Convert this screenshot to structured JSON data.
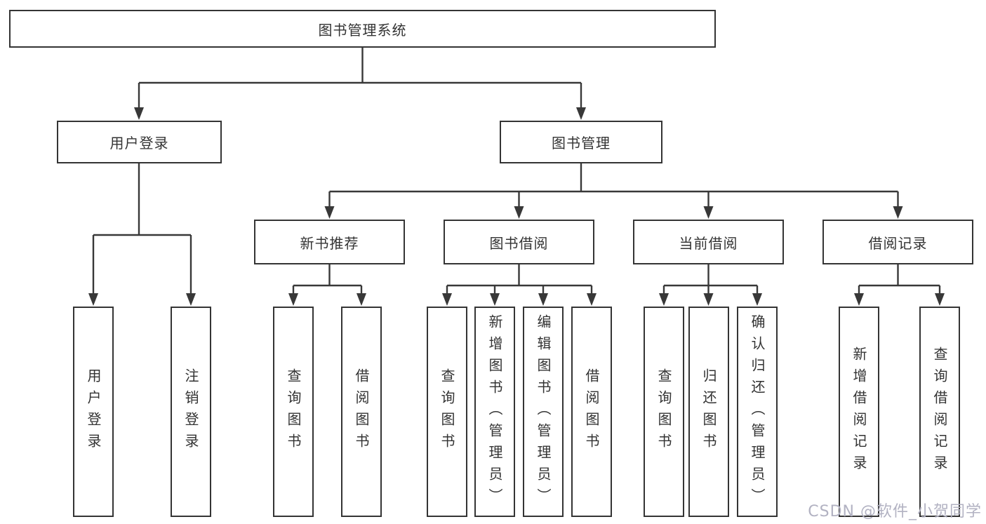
{
  "title": "图书管理系统",
  "tree": {
    "root": {
      "label": "图书管理系统"
    },
    "branches": [
      {
        "label": "用户登录",
        "children": [
          {
            "label": "用户登录"
          },
          {
            "label": "注销登录"
          }
        ]
      },
      {
        "label": "图书管理",
        "children": [
          {
            "label": "新书推荐",
            "children": [
              {
                "label": "查询图书"
              },
              {
                "label": "借阅图书"
              }
            ]
          },
          {
            "label": "图书借阅",
            "children": [
              {
                "label": "查询图书"
              },
              {
                "label": "新增图书（管理员）"
              },
              {
                "label": "编辑图书（管理员）"
              },
              {
                "label": "借阅图书"
              }
            ]
          },
          {
            "label": "当前借阅",
            "children": [
              {
                "label": "查询图书"
              },
              {
                "label": "归还图书"
              },
              {
                "label": "确认归还（管理员）"
              }
            ]
          },
          {
            "label": "借阅记录",
            "children": [
              {
                "label": "新增借阅记录"
              },
              {
                "label": "查询借阅记录"
              }
            ]
          }
        ]
      }
    ]
  },
  "watermark": "CSDN @软件_小贺同学",
  "colors": {
    "line": "#383838",
    "box_border": "#343434",
    "text": "#333333",
    "watermark": "#b2b2c2",
    "background": "#ffffff"
  }
}
